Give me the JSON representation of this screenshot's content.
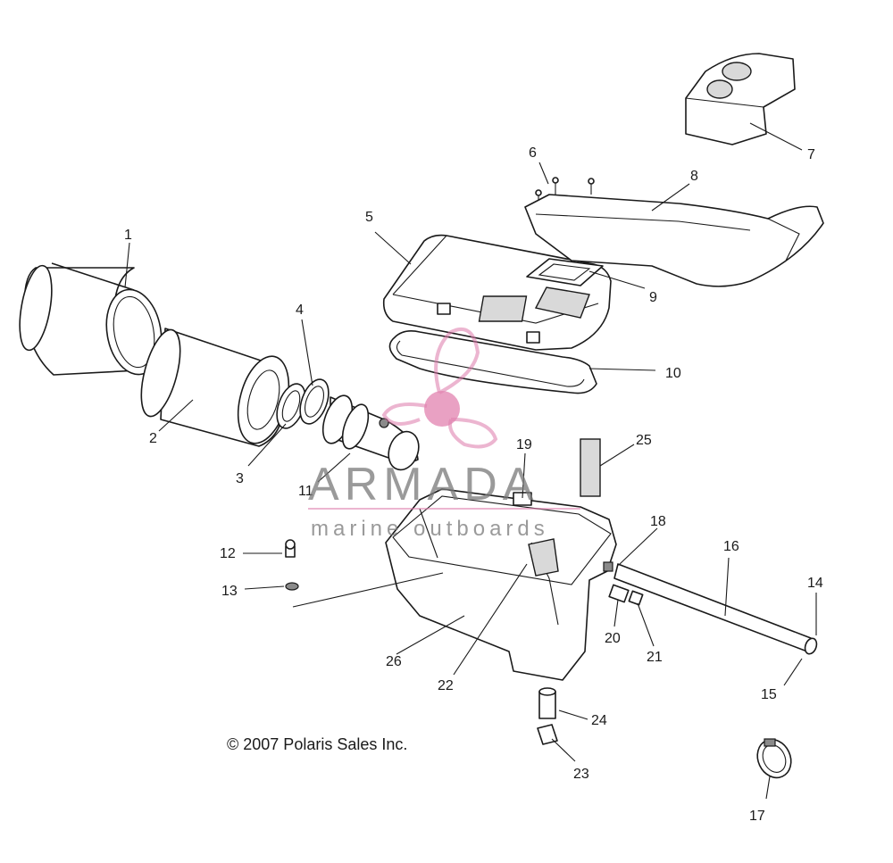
{
  "callouts": [
    "1",
    "2",
    "3",
    "4",
    "5",
    "6",
    "7",
    "8",
    "9",
    "10",
    "11",
    "12",
    "13",
    "14",
    "15",
    "16",
    "17",
    "18",
    "19",
    "20",
    "21",
    "22",
    "23",
    "24",
    "25",
    "26"
  ],
  "copyright": "© 2007 Polaris Sales Inc.",
  "watermark": {
    "brand": "ARMADA",
    "tagline": "marine outboards",
    "logo_color": "#e487b6"
  }
}
